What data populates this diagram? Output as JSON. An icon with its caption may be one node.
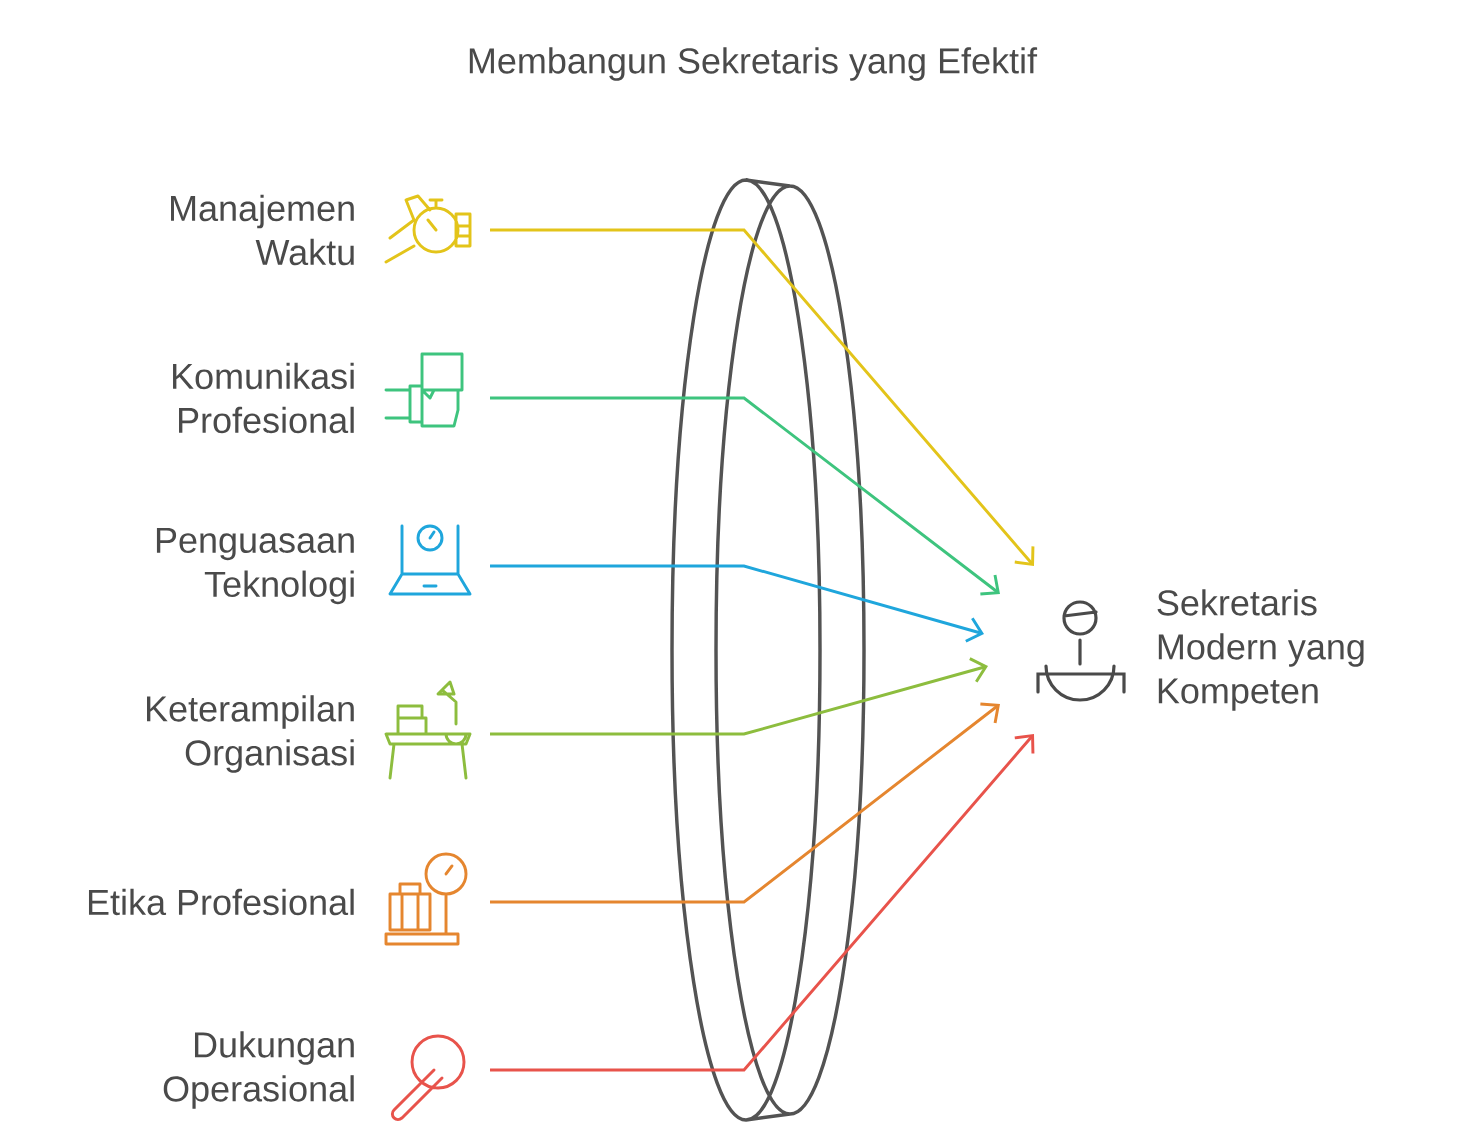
{
  "diagram": {
    "title": "Membangun Sekretaris yang Efektif",
    "nodes": [
      {
        "text": [
          "Manajemen Waktu"
        ]
      },
      {
        "text": [
          "Komunikasi Profesional"
        ]
      },
      {
        "text": [
          "Penguasaan Teknologi"
        ]
      },
      {
        "text": [
          "Keterampilan Organisasi"
        ]
      },
      {
        "text": [
          "Etika Profesional"
        ]
      },
      {
        "text": [
          "Dukungan Operasional"
        ]
      },
      {
        "text": [
          "Sekretaris Modern yang Kompeten"
        ]
      }
    ],
    "edges": [
      {
        "from": 0,
        "to": 6,
        "arrow": "to",
        "color": "#e3c41a"
      },
      {
        "from": 1,
        "to": 6,
        "arrow": "to",
        "color": "#3ec47e"
      },
      {
        "from": 2,
        "to": 6,
        "arrow": "to",
        "color": "#1fa6dc"
      },
      {
        "from": 3,
        "to": 6,
        "arrow": "to",
        "color": "#8dbd3e"
      },
      {
        "from": 4,
        "to": 6,
        "arrow": "to",
        "color": "#e5862f"
      },
      {
        "from": 5,
        "to": 6,
        "arrow": "to",
        "color": "#e8534b"
      }
    ]
  }
}
